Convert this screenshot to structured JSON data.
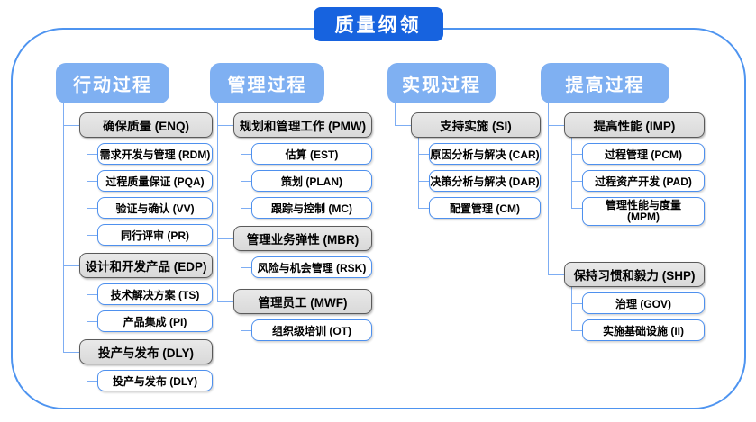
{
  "title": "质量纲领",
  "colors": {
    "title_bg": "#1763DF",
    "header_bg": "#7FB0F2",
    "group_bg": "#D9D9D9",
    "group_border": "#5A5A5A",
    "child_border": "#4E90EE",
    "connector_line": "#7DADF3",
    "frame_border": "#4E94F0",
    "header_text": "#FFFFFF",
    "box_text": "#000000"
  },
  "columns": [
    {
      "header": "行动过程",
      "groups": [
        {
          "label": "确保质量 (ENQ)",
          "children": [
            "需求开发与管理 (RDM)",
            "过程质量保证 (PQA)",
            "验证与确认 (VV)",
            "同行评审 (PR)"
          ]
        },
        {
          "label": "设计和开发产品 (EDP)",
          "children": [
            "技术解决方案 (TS)",
            "产品集成 (PI)"
          ]
        },
        {
          "label": "投产与发布 (DLY)",
          "children": [
            "投产与发布 (DLY)"
          ]
        }
      ]
    },
    {
      "header": "管理过程",
      "groups": [
        {
          "label": "规划和管理工作 (PMW)",
          "children": [
            "估算 (EST)",
            "策划 (PLAN)",
            "跟踪与控制 (MC)"
          ]
        },
        {
          "label": "管理业务弹性 (MBR)",
          "children": [
            "风险与机会管理 (RSK)"
          ]
        },
        {
          "label": "管理员工 (MWF)",
          "children": [
            "组织级培训 (OT)"
          ]
        }
      ]
    },
    {
      "header": "实现过程",
      "groups": [
        {
          "label": "支持实施 (SI)",
          "children": [
            "原因分析与解决 (CAR)",
            "决策分析与解决 (DAR)",
            "配置管理 (CM)"
          ]
        }
      ]
    },
    {
      "header": "提高过程",
      "groups": [
        {
          "label": "提高性能 (IMP)",
          "children": [
            "过程管理 (PCM)",
            "过程资产开发 (PAD)",
            "管理性能与度量 (MPM)"
          ]
        },
        {
          "label": "保持习惯和毅力 (SHP)",
          "children": [
            "治理 (GOV)",
            "实施基础设施 (II)"
          ]
        }
      ]
    }
  ]
}
